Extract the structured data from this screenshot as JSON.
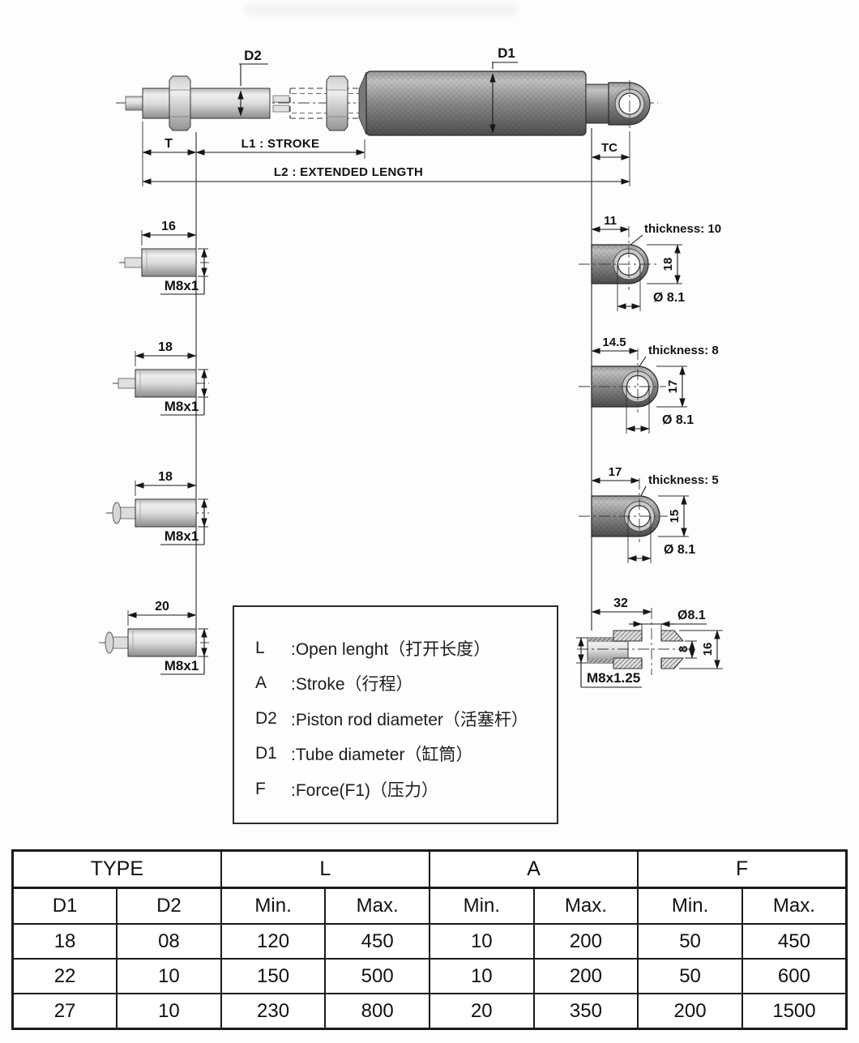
{
  "drawing": {
    "main": {
      "d2": "D2",
      "d1": "D1",
      "t": "T",
      "l1": "L1 : STROKE",
      "l2": "L2 : EXTENDED LENGTH",
      "tc": "TC"
    },
    "left_fittings": [
      {
        "length": "16",
        "thread": "M8x1"
      },
      {
        "length": "18",
        "thread": "M8x1"
      },
      {
        "length": "18",
        "thread": "M8x1"
      },
      {
        "length": "20",
        "thread": "M8x1"
      }
    ],
    "right_fittings": [
      {
        "width": "11",
        "thickness": "thickness: 10",
        "height": "18",
        "hole": "Ø 8.1"
      },
      {
        "width": "14.5",
        "thickness": "thickness: 8",
        "height": "17",
        "hole": "Ø 8.1"
      },
      {
        "width": "17",
        "thickness": "thickness: 5",
        "height": "15",
        "hole": "Ø 8.1"
      }
    ],
    "sleeve_fitting": {
      "length": "32",
      "hole": "Ø8.1",
      "bore": "8",
      "outer": "16",
      "thread": "M8x1.25"
    }
  },
  "legend": {
    "rows": [
      {
        "term": "L",
        "desc": ":Open lenght（打开长度）"
      },
      {
        "term": "A",
        "desc": ":Stroke（行程）"
      },
      {
        "term": "D2",
        "desc": ":Piston rod diameter（活塞杆）"
      },
      {
        "term": "D1",
        "desc": ":Tube diameter（缸筒）"
      },
      {
        "term": "F",
        "desc": ":Force(F1)（压力）"
      }
    ]
  },
  "table": {
    "group_headers": [
      {
        "label": "TYPE"
      },
      {
        "label": "L"
      },
      {
        "label": "A"
      },
      {
        "label": "F"
      }
    ],
    "sub_headers": [
      "D1",
      "D2",
      "Min.",
      "Max.",
      "Min.",
      "Max.",
      "Min.",
      "Max."
    ],
    "rows": [
      [
        "18",
        "08",
        "120",
        "450",
        "10",
        "200",
        "50",
        "450"
      ],
      [
        "22",
        "10",
        "150",
        "500",
        "10",
        "200",
        "50",
        "600"
      ],
      [
        "27",
        "10",
        "230",
        "800",
        "20",
        "350",
        "200",
        "1500"
      ]
    ]
  }
}
